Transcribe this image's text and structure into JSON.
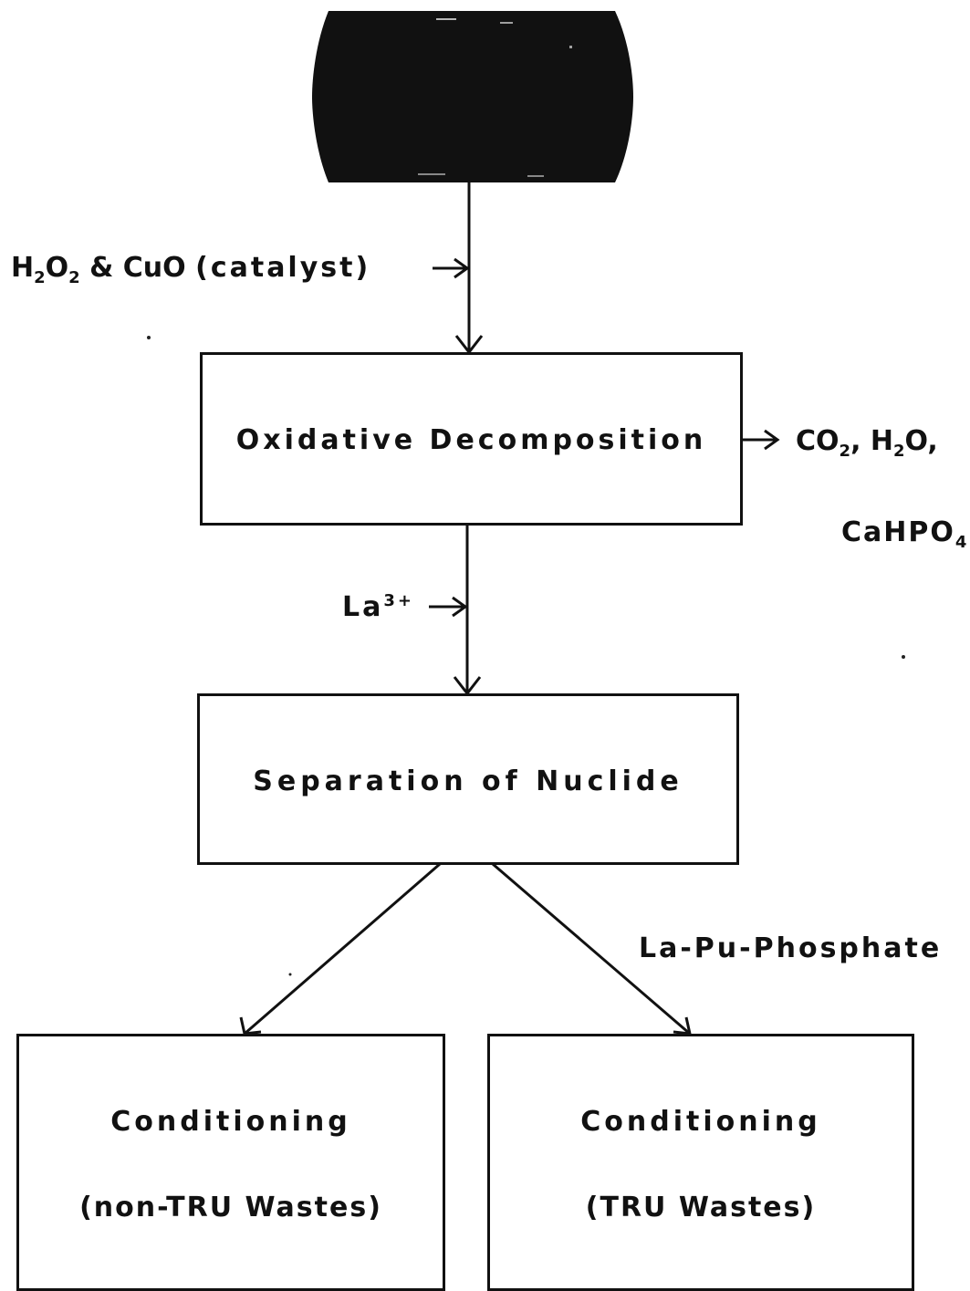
{
  "drum": {
    "icon": "waste-drum-icon",
    "color": "#111111"
  },
  "reagents": {
    "oxidant_formula": "H2O2",
    "oxidant_and": "&",
    "catalyst_formula": "CuO",
    "catalyst_label": "(catalyst)",
    "lanthanum": "La",
    "lanthanum_charge": "3+"
  },
  "steps": {
    "oxidative": "Oxidative Decomposition",
    "separation": "Separation of Nuclide",
    "conditioning_left_title": "Conditioning",
    "conditioning_left_sub": "(non-TRU Wastes)",
    "conditioning_right_title": "Conditioning",
    "conditioning_right_sub": "(TRU Wastes)"
  },
  "products": {
    "gas_line": "CO2, H2O,",
    "solid": "CaHPO4",
    "precipitate": "La-Pu-Phosphate"
  }
}
